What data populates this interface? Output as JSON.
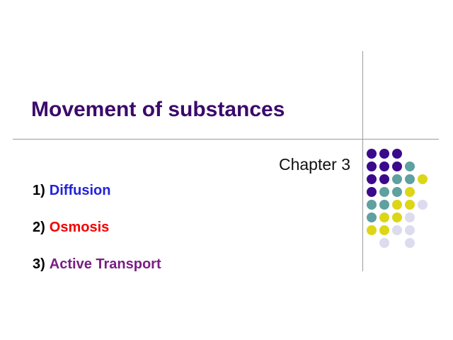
{
  "slide": {
    "title": "Movement of substances",
    "chapter": "Chapter 3",
    "title_color": "#3b0a6b",
    "rule_color": "#9b9b9b",
    "background_color": "#ffffff"
  },
  "list": {
    "items": [
      {
        "number": "1)",
        "label": "Diffusion",
        "color": "#2222dd"
      },
      {
        "number": "2)",
        "label": "Osmosis",
        "color": "#f40000"
      },
      {
        "number": "3)",
        "label": "Active Transport",
        "color": "#7b1d84"
      }
    ]
  },
  "decoration": {
    "dot_palette": {
      "purple": "#3b0a8c",
      "teal": "#5fa0a0",
      "yellow": "#dcd617",
      "lavender": "#dcdcee",
      "empty": "none"
    },
    "dot_grid": [
      [
        "purple",
        "purple",
        "purple",
        "empty",
        "empty"
      ],
      [
        "purple",
        "purple",
        "purple",
        "teal",
        "empty"
      ],
      [
        "purple",
        "purple",
        "teal",
        "teal",
        "yellow"
      ],
      [
        "purple",
        "teal",
        "teal",
        "yellow",
        "empty"
      ],
      [
        "teal",
        "teal",
        "yellow",
        "yellow",
        "lavender"
      ],
      [
        "teal",
        "yellow",
        "yellow",
        "lavender",
        "empty"
      ],
      [
        "yellow",
        "yellow",
        "lavender",
        "lavender",
        "empty"
      ],
      [
        "empty",
        "lavender",
        "empty",
        "lavender",
        "empty"
      ]
    ]
  }
}
